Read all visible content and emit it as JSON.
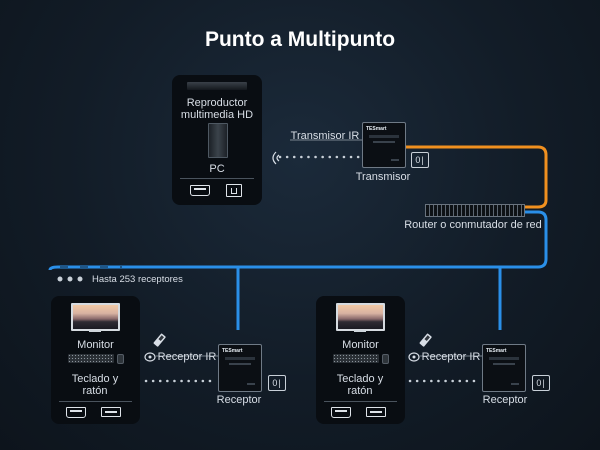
{
  "title": "Punto a Multipunto",
  "source": {
    "player_label": "Reproductor multimedia HD",
    "pc_label": "PC"
  },
  "transmitter": {
    "ir_label": "Transmisor IR",
    "label": "Transmisor",
    "brand": "TESmart"
  },
  "network": {
    "switch_label": "Router o conmutador de red",
    "receivers_label": "Hasta 253 receptores"
  },
  "receivers": [
    {
      "monitor_label": "Monitor",
      "kbd_label": "Teclado y ratón",
      "ir_label": "Receptor IR",
      "receiver_label": "Receptor",
      "brand": "TESmart"
    },
    {
      "monitor_label": "Monitor",
      "kbd_label": "Teclado y ratón",
      "ir_label": "Receptor IR",
      "receiver_label": "Receptor",
      "brand": "TESmart"
    }
  ],
  "power_switch_glyph": "0|",
  "colors": {
    "orange_cable": "#f0901f",
    "blue_cable": "#2a8fe8",
    "panel": "#090d12",
    "background": "#121c27"
  },
  "icons": [
    "ir-transmitter-icon",
    "ir-receiver-icon",
    "hdmi-port-icon",
    "usb-port-icon",
    "usb-b-port-icon",
    "power-switch-icon",
    "monitor-icon",
    "keyboard-icon",
    "mouse-icon",
    "media-player-icon",
    "pc-tower-icon",
    "network-switch-icon"
  ]
}
